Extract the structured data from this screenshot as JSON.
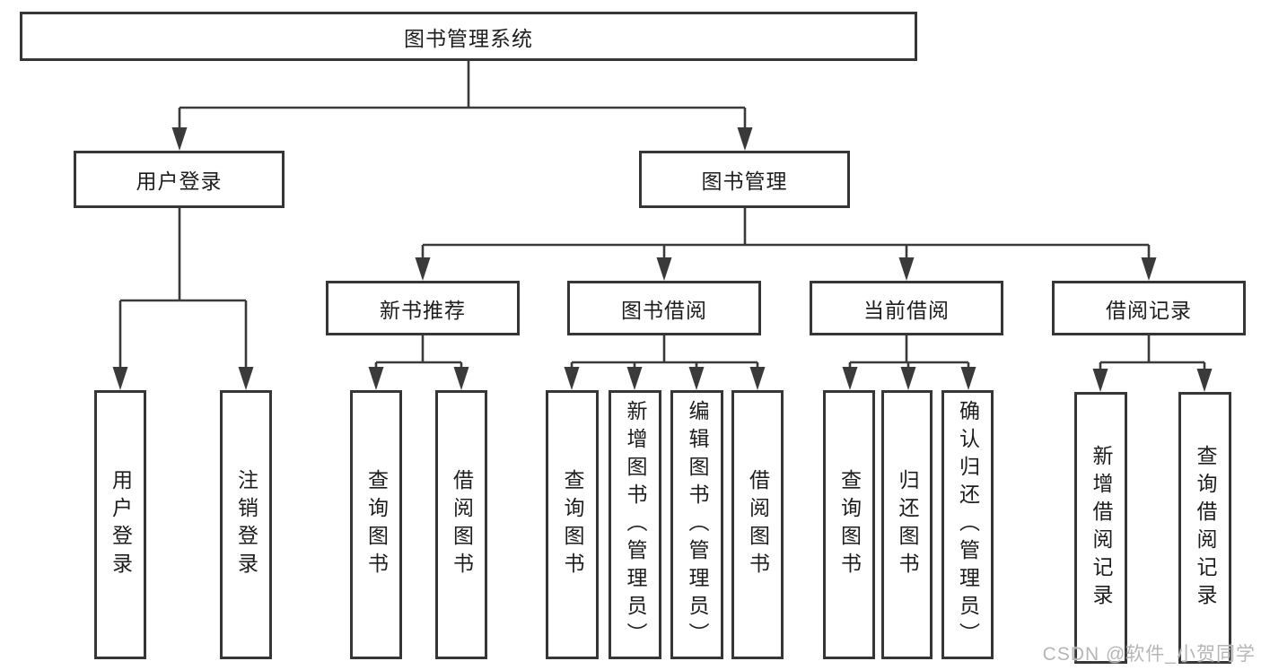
{
  "diagram": {
    "type": "hierarchy-tree",
    "root": {
      "label": "图书管理系统"
    },
    "level1": [
      {
        "label": "用户登录"
      },
      {
        "label": "图书管理"
      }
    ],
    "level2": [
      {
        "label": "新书推荐",
        "parent": "图书管理"
      },
      {
        "label": "图书借阅",
        "parent": "图书管理"
      },
      {
        "label": "当前借阅",
        "parent": "图书管理"
      },
      {
        "label": "借阅记录",
        "parent": "图书管理"
      }
    ],
    "leaves": [
      {
        "label": "用户登录",
        "parent": "用户登录"
      },
      {
        "label": "注销登录",
        "parent": "用户登录"
      },
      {
        "label": "查询图书",
        "parent": "新书推荐"
      },
      {
        "label": "借阅图书",
        "parent": "新书推荐"
      },
      {
        "label": "查询图书",
        "parent": "图书借阅"
      },
      {
        "label": "新增图书（管理员）",
        "parent": "图书借阅"
      },
      {
        "label": "编辑图书（管理员）",
        "parent": "图书借阅"
      },
      {
        "label": "借阅图书",
        "parent": "图书借阅"
      },
      {
        "label": "查询图书",
        "parent": "当前借阅"
      },
      {
        "label": "归还图书",
        "parent": "当前借阅"
      },
      {
        "label": "确认归还（管理员）",
        "parent": "当前借阅"
      },
      {
        "label": "新增借阅记录",
        "parent": "借阅记录"
      },
      {
        "label": "查询借阅记录",
        "parent": "借阅记录"
      }
    ]
  },
  "watermark": {
    "text": "CSDN @软件_小贺同学"
  },
  "colors": {
    "line": "#3a3a3a",
    "box_border": "#363636",
    "text": "#1d1d1d",
    "watermark": "#b6b6b6",
    "background": "#ffffff"
  }
}
